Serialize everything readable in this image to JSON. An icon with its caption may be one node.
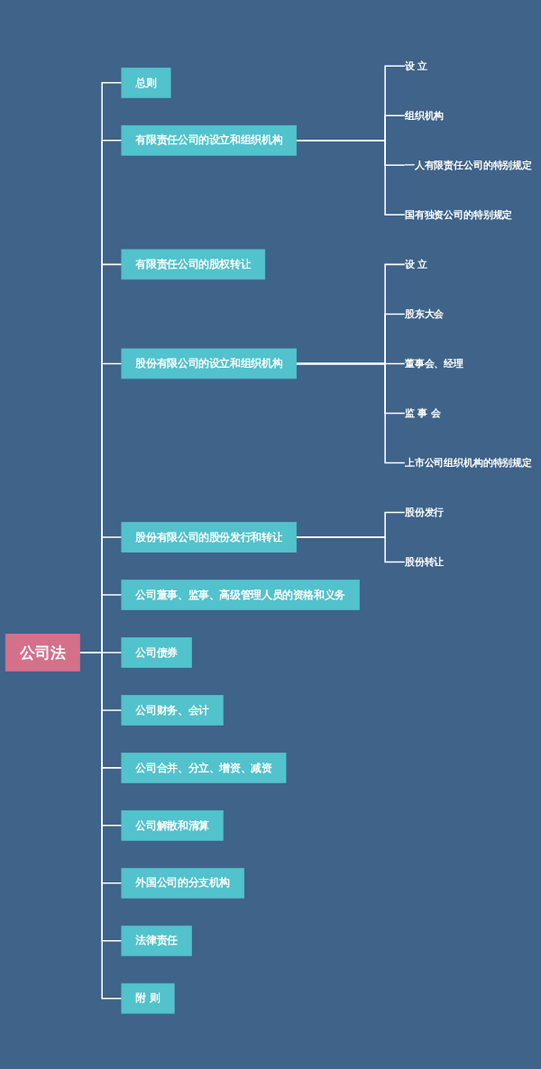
{
  "diagram": {
    "nodes": [
      {
        "text": [
          "公司法"
        ]
      },
      {
        "text": [
          "总则"
        ]
      },
      {
        "text": [
          "有限责任公司的设立和组织机构"
        ]
      },
      {
        "text": [
          "设 立"
        ]
      },
      {
        "text": [
          "组织机构"
        ]
      },
      {
        "text": [
          "一人有限责任公司的特别规定"
        ]
      },
      {
        "text": [
          "国有独资公司的特别规定"
        ]
      },
      {
        "text": [
          "有限责任公司的股权转让"
        ]
      },
      {
        "text": [
          "股份有限公司的设立和组织机构"
        ]
      },
      {
        "text": [
          "设 立"
        ]
      },
      {
        "text": [
          "股东大会"
        ]
      },
      {
        "text": [
          "董事会、经理"
        ]
      },
      {
        "text": [
          "监 事 会"
        ]
      },
      {
        "text": [
          "上市公司组织机构的特别规定"
        ]
      },
      {
        "text": [
          "股份有限公司的股份发行和转让"
        ]
      },
      {
        "text": [
          "股份发行"
        ]
      },
      {
        "text": [
          "股份转让"
        ]
      },
      {
        "text": [
          "公司董事、监事、高级管理人员的资格和义务"
        ]
      },
      {
        "text": [
          "公司债券"
        ]
      },
      {
        "text": [
          "公司财务、会计"
        ]
      },
      {
        "text": [
          "公司合并、分立、增资、减资"
        ]
      },
      {
        "text": [
          "公司解散和清算"
        ]
      },
      {
        "text": [
          "外国公司的分支机构"
        ]
      },
      {
        "text": [
          "法律责任"
        ]
      },
      {
        "text": [
          "附 则"
        ]
      }
    ],
    "edges": [
      {
        "from": 0,
        "to": 1,
        "arrow": "none"
      },
      {
        "from": 0,
        "to": 2,
        "arrow": "none"
      },
      {
        "from": 2,
        "to": 3,
        "arrow": "none"
      },
      {
        "from": 2,
        "to": 4,
        "arrow": "none"
      },
      {
        "from": 2,
        "to": 5,
        "arrow": "none"
      },
      {
        "from": 2,
        "to": 6,
        "arrow": "none"
      },
      {
        "from": 0,
        "to": 7,
        "arrow": "none"
      },
      {
        "from": 0,
        "to": 8,
        "arrow": "none"
      },
      {
        "from": 8,
        "to": 9,
        "arrow": "none"
      },
      {
        "from": 8,
        "to": 10,
        "arrow": "none"
      },
      {
        "from": 8,
        "to": 11,
        "arrow": "none"
      },
      {
        "from": 8,
        "to": 12,
        "arrow": "none"
      },
      {
        "from": 8,
        "to": 13,
        "arrow": "none"
      },
      {
        "from": 0,
        "to": 14,
        "arrow": "none"
      },
      {
        "from": 14,
        "to": 15,
        "arrow": "none"
      },
      {
        "from": 14,
        "to": 16,
        "arrow": "none"
      },
      {
        "from": 0,
        "to": 17,
        "arrow": "none"
      },
      {
        "from": 0,
        "to": 18,
        "arrow": "none"
      },
      {
        "from": 0,
        "to": 19,
        "arrow": "none"
      },
      {
        "from": 0,
        "to": 20,
        "arrow": "none"
      },
      {
        "from": 0,
        "to": 21,
        "arrow": "none"
      },
      {
        "from": 0,
        "to": 22,
        "arrow": "none"
      },
      {
        "from": 0,
        "to": 23,
        "arrow": "none"
      },
      {
        "from": 0,
        "to": 24,
        "arrow": "none"
      }
    ]
  }
}
